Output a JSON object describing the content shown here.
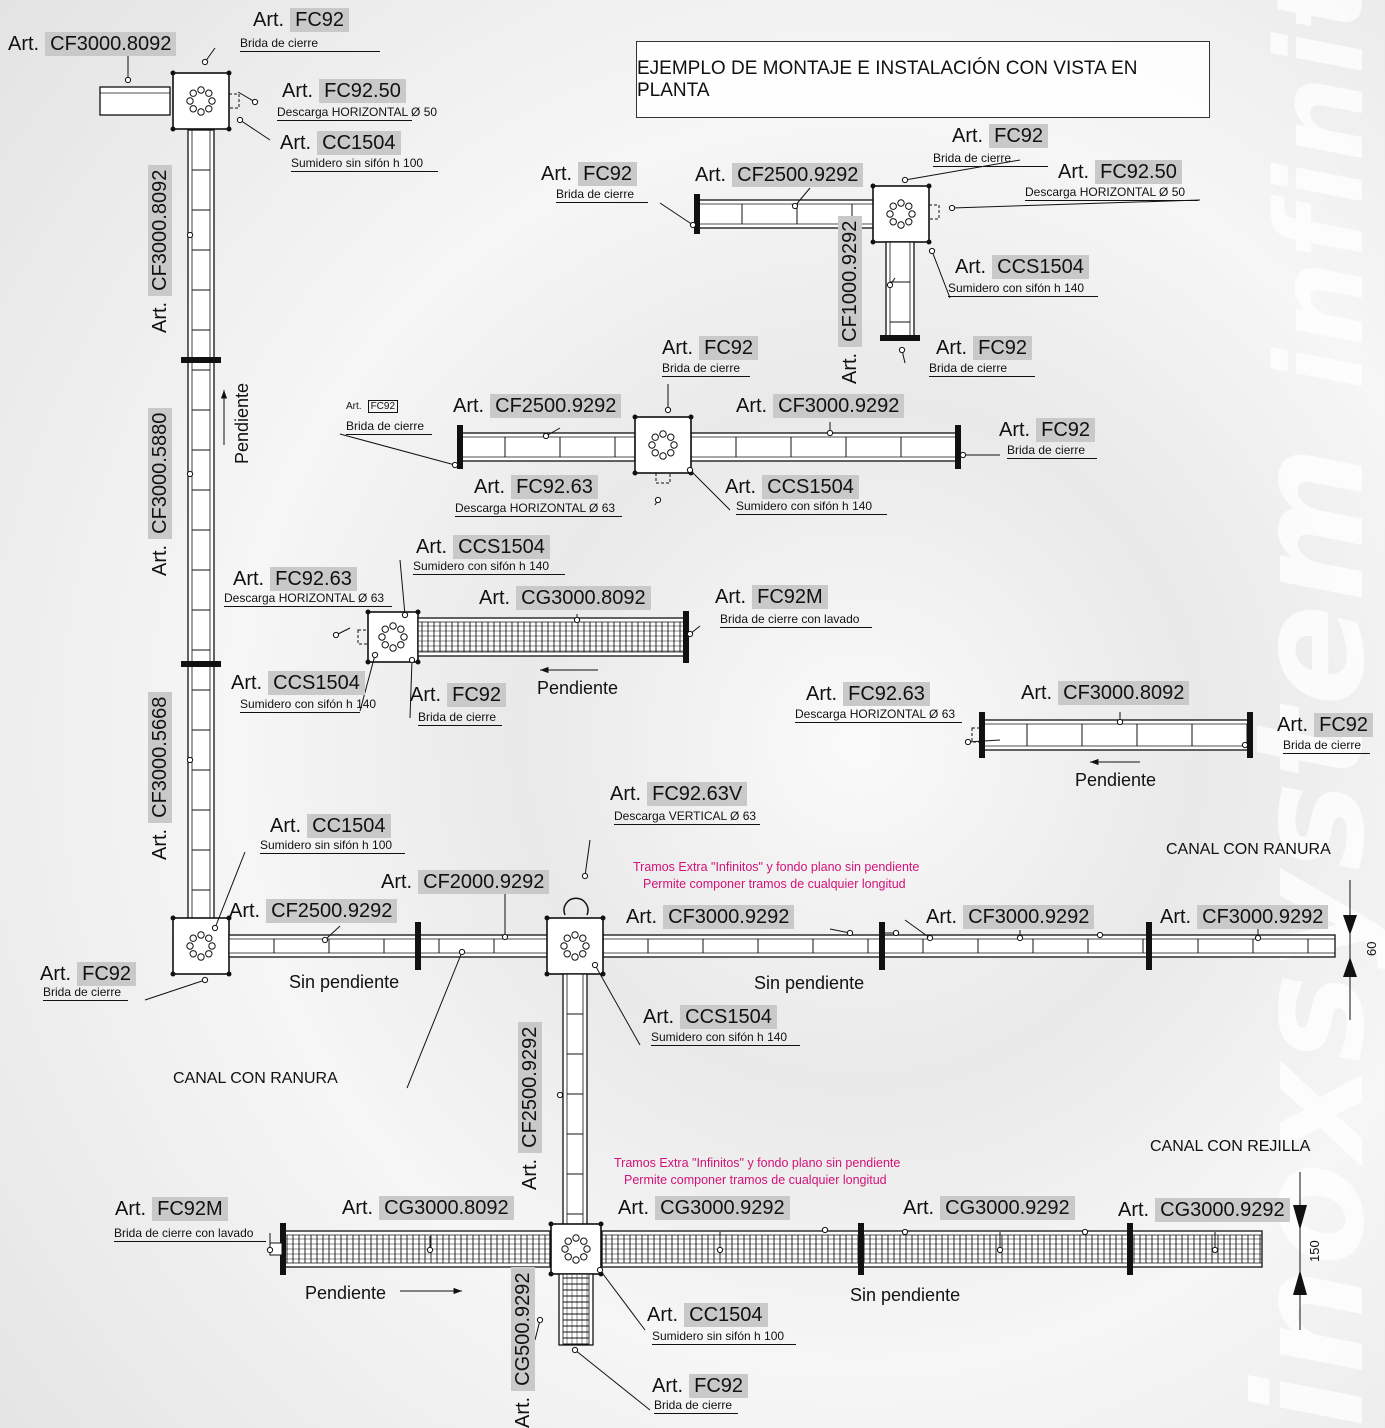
{
  "title": "EJEMPLO DE MONTAJE E  INSTALACIÓN CON VISTA EN PLANTA",
  "brand": "inoxsystem infinity",
  "art_prefix": "Art.",
  "labels": [
    {
      "id": "l01",
      "code": "FC92",
      "desc": "Brida de cierre"
    },
    {
      "id": "l02",
      "code": "CF3000.8092",
      "desc": ""
    },
    {
      "id": "l03",
      "code": "FC92.50",
      "desc": "Descarga HORIZONTAL Ø 50"
    },
    {
      "id": "l04",
      "code": "CC1504",
      "desc": "Sumidero sin sifón h 100"
    },
    {
      "id": "l05",
      "code": "FC92",
      "desc": "Brida de cierre"
    },
    {
      "id": "l06",
      "code": "CF2500.9292",
      "desc": ""
    },
    {
      "id": "l07",
      "code": "FC92",
      "desc": "Brida de cierre"
    },
    {
      "id": "l08",
      "code": "FC92.50",
      "desc": "Descarga HORIZONTAL Ø 50"
    },
    {
      "id": "l09",
      "code": "CCS1504",
      "desc": "Sumidero con sifón h 140"
    },
    {
      "id": "l10",
      "code": "FC92",
      "desc": "Brida de cierre"
    },
    {
      "id": "l11",
      "code": "FC92",
      "desc": "Brida de cierre"
    },
    {
      "id": "l12",
      "code": "FC92",
      "desc": "Brida de cierre"
    },
    {
      "id": "l13",
      "code": "CF2500.9292",
      "desc": ""
    },
    {
      "id": "l14",
      "code": "CF3000.9292",
      "desc": ""
    },
    {
      "id": "l15",
      "code": "FC92",
      "desc": "Brida de cierre"
    },
    {
      "id": "l16",
      "code": "FC92.63",
      "desc": "Descarga HORIZONTAL Ø 63"
    },
    {
      "id": "l17",
      "code": "CCS1504",
      "desc": "Sumidero con sifón h 140"
    },
    {
      "id": "l18",
      "code": "CCS1504",
      "desc": "Sumidero con sifón h 140"
    },
    {
      "id": "l19",
      "code": "FC92.63",
      "desc": "Descarga HORIZONTAL Ø 63"
    },
    {
      "id": "l20",
      "code": "CG3000.8092",
      "desc": ""
    },
    {
      "id": "l21",
      "code": "FC92M",
      "desc": "Brida de cierre con lavado"
    },
    {
      "id": "l22",
      "code": "CCS1504",
      "desc": "Sumidero con sifón h 140"
    },
    {
      "id": "l23",
      "code": "FC92",
      "desc": "Brida de cierre"
    },
    {
      "id": "l24",
      "code": "FC92.63",
      "desc": "Descarga HORIZONTAL Ø 63"
    },
    {
      "id": "l25",
      "code": "CF3000.8092",
      "desc": ""
    },
    {
      "id": "l26",
      "code": "FC92",
      "desc": "Brida de cierre"
    },
    {
      "id": "l27",
      "code": "FC92.63V",
      "desc": "Descarga VERTICAL Ø 63"
    },
    {
      "id": "l28",
      "code": "CC1504",
      "desc": "Sumidero sin sifón h 100"
    },
    {
      "id": "l29",
      "code": "CF2000.9292",
      "desc": ""
    },
    {
      "id": "l30",
      "code": "CF2500.9292",
      "desc": ""
    },
    {
      "id": "l31",
      "code": "FC92",
      "desc": "Brida de cierre"
    },
    {
      "id": "l32",
      "code": "CF3000.9292",
      "desc": ""
    },
    {
      "id": "l33",
      "code": "CF3000.9292",
      "desc": ""
    },
    {
      "id": "l34",
      "code": "CF3000.9292",
      "desc": ""
    },
    {
      "id": "l35",
      "code": "CCS1504",
      "desc": "Sumidero con sifón h 140"
    },
    {
      "id": "l36",
      "code": "FC92M",
      "desc": "Brida de cierre con lavado"
    },
    {
      "id": "l37",
      "code": "CG3000.8092",
      "desc": ""
    },
    {
      "id": "l38",
      "code": "CG3000.9292",
      "desc": ""
    },
    {
      "id": "l39",
      "code": "CG3000.9292",
      "desc": ""
    },
    {
      "id": "l40",
      "code": "CG3000.9292",
      "desc": ""
    },
    {
      "id": "l41",
      "code": "CC1504",
      "desc": "Sumidero sin sifón h 100"
    },
    {
      "id": "l42",
      "code": "FC92",
      "desc": "Brida de cierre"
    }
  ],
  "vertical_labels": [
    {
      "id": "v1",
      "code": "CF3000.8092"
    },
    {
      "id": "v2",
      "code": "CF3000.5880"
    },
    {
      "id": "v3",
      "code": "CF3000.5668"
    },
    {
      "id": "v4",
      "code": "CF1000.9292"
    },
    {
      "id": "v5",
      "code": "CF2500.9292"
    },
    {
      "id": "v6",
      "code": "CG500.9292"
    }
  ],
  "pendiente": "Pendiente",
  "sin_pendiente": "Sin pendiente",
  "canal_ranura": "CANAL CON RANURA",
  "canal_rejilla": "CANAL CON REJILLA",
  "tramos_line1": "Tramos Extra \"Infinitos\" y fondo plano  sin pendiente",
  "tramos_line2": "Permite componer tramos de cualquier  longitud",
  "dim_60": "60",
  "dim_150": "150",
  "colors": {
    "highlight": "#c9c9c9",
    "pink": "#d2127a",
    "line": "#111111"
  }
}
